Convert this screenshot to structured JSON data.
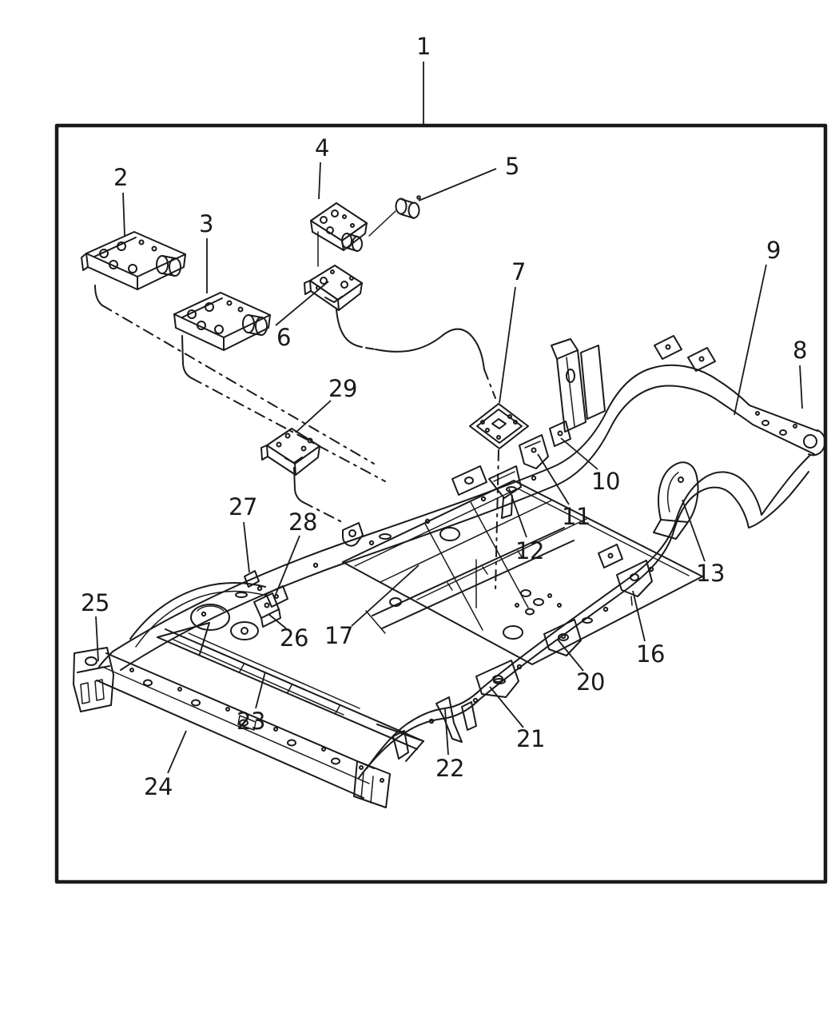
{
  "diagram": {
    "type": "exploded-parts-line-drawing",
    "subject": "vehicle-frame-chassis-assembly",
    "background_color": "#ffffff",
    "line_color": "#1a1a1a",
    "callouts": [
      "1",
      "2",
      "3",
      "4",
      "5",
      "6",
      "7",
      "8",
      "9",
      "10",
      "11",
      "12",
      "13",
      "16",
      "17",
      "20",
      "21",
      "22",
      "23",
      "24",
      "25",
      "26",
      "27",
      "28",
      "29"
    ]
  }
}
